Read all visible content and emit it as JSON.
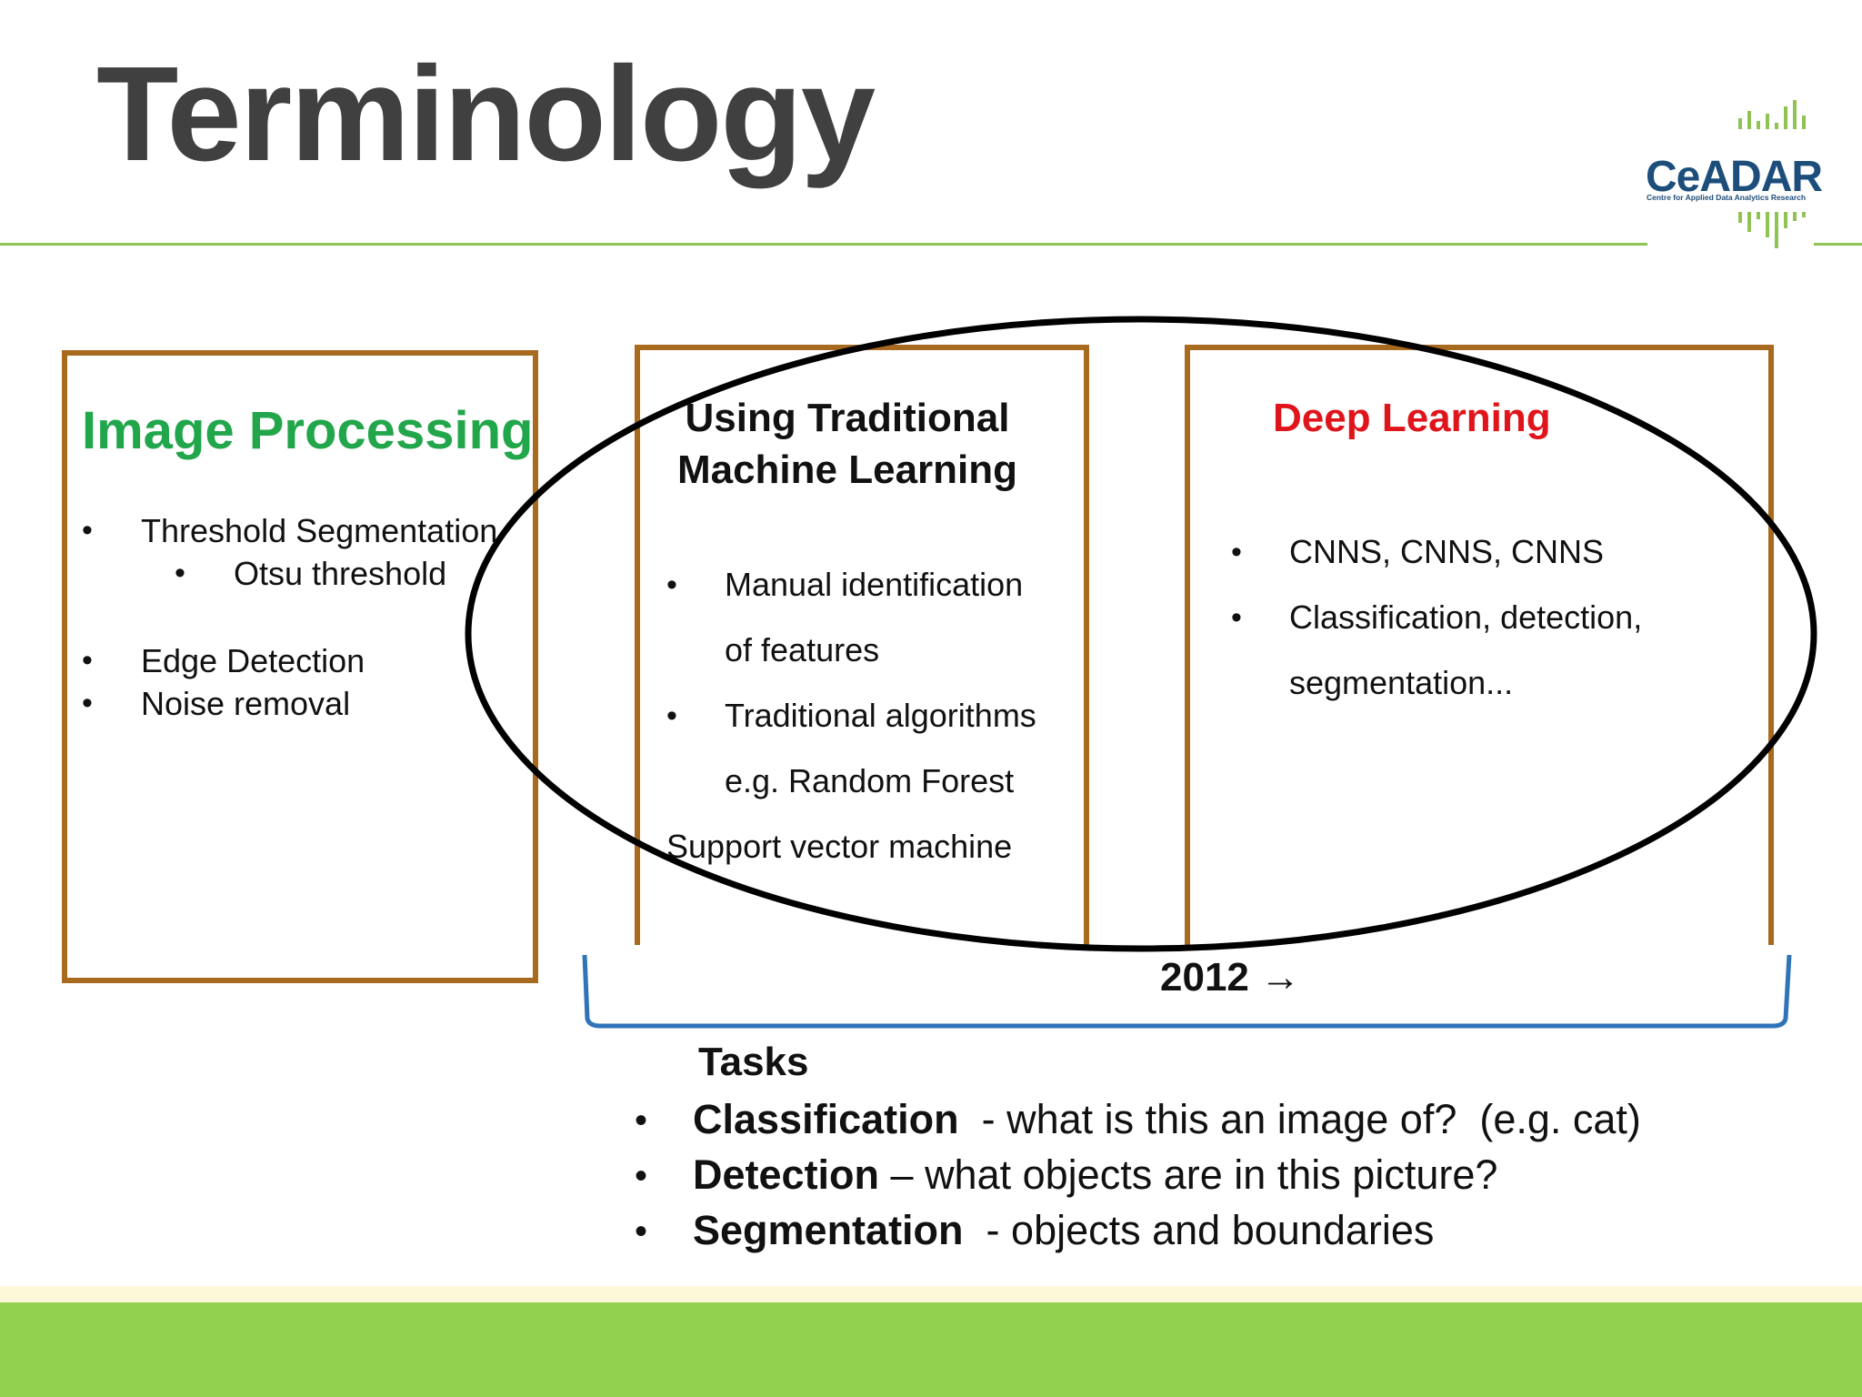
{
  "slide": {
    "title": "Terminology"
  },
  "logo": {
    "name": "CeADAR",
    "subtitle": "Centre for Applied Data Analytics Research",
    "color": "#1d4e7b",
    "bar_color": "#8fc454"
  },
  "columns": {
    "image_processing": {
      "title": "Image Processing",
      "title_color": "#22a64b",
      "items": [
        {
          "text": "Threshold Segmentation",
          "level": 1
        },
        {
          "text": "Otsu threshold",
          "level": 2
        },
        {
          "text": "Edge Detection",
          "level": 1
        },
        {
          "text": "Noise removal",
          "level": 1
        }
      ]
    },
    "traditional_ml": {
      "title_line1": "Using Traditional",
      "title_line2": "Machine Learning",
      "item1_line1": "Manual identification",
      "item1_line2": "of features",
      "item2_line1": "Traditional algorithms",
      "item2_line2": "e.g. Random Forest",
      "item2_line3": "Support vector machine"
    },
    "deep_learning": {
      "title": "Deep Learning",
      "title_color": "#e0141b",
      "item1": "CNNS, CNNS, CNNS",
      "item2_line1": "Classification, detection,",
      "item2_line2": "segmentation..."
    }
  },
  "timeline": {
    "year_label": "2012 →",
    "bracket_color": "#2f73b8"
  },
  "tasks": {
    "title": "Tasks",
    "items": [
      {
        "term": "Classification",
        "desc": "  - what is this an image of?  (e.g. cat)"
      },
      {
        "term": "Detection",
        "desc": " – what objects are in this picture?"
      },
      {
        "term": "Segmentation",
        "desc": "  - objects and boundaries"
      }
    ]
  },
  "colors": {
    "box_border": "#a86a1e",
    "footer": "#92d050",
    "rule": "#8fc454"
  }
}
